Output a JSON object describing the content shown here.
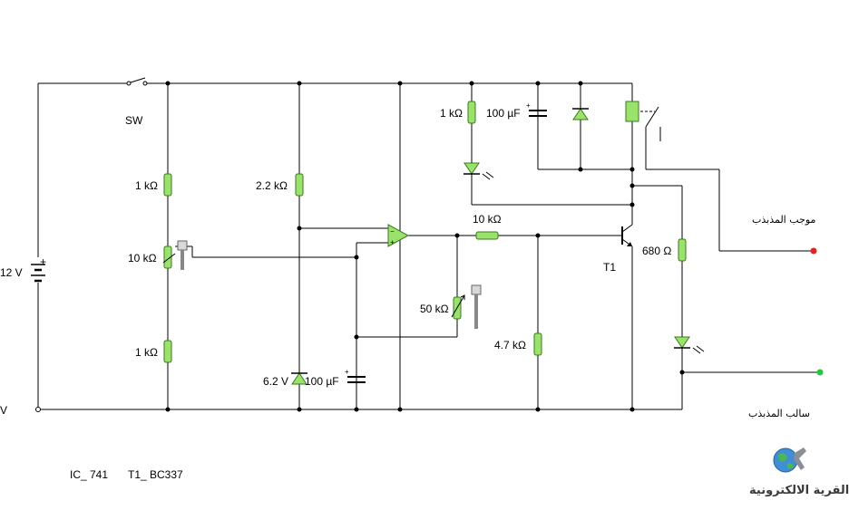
{
  "labels": {
    "switch": "SW",
    "battery": "12 V",
    "ground_v": "V",
    "r_top_left": "1 kΩ",
    "pot_10k": "10 kΩ",
    "r_bottom_left": "1 kΩ",
    "r_2k2": "2.2 kΩ",
    "zener": "6.2 V",
    "cap_bottom": "100 µF",
    "r_led_top": "1 kΩ",
    "cap_top": "100 µF",
    "r_10k_out": "10 kΩ",
    "pot_50k": "50 kΩ",
    "r_4k7": "4.7 kΩ",
    "transistor": "T1",
    "r_680": "680 Ω",
    "out_positive": "موجب المذبذب",
    "out_negative": "سالب المذبذب",
    "parts_ic": "IC_ 741",
    "parts_transistor": "T1_ BC337",
    "logo": "القرية الالكترونية"
  },
  "colors": {
    "component": "#99e36b",
    "terminal_positive": "#e8201e",
    "terminal_negative": "#22c93a"
  }
}
